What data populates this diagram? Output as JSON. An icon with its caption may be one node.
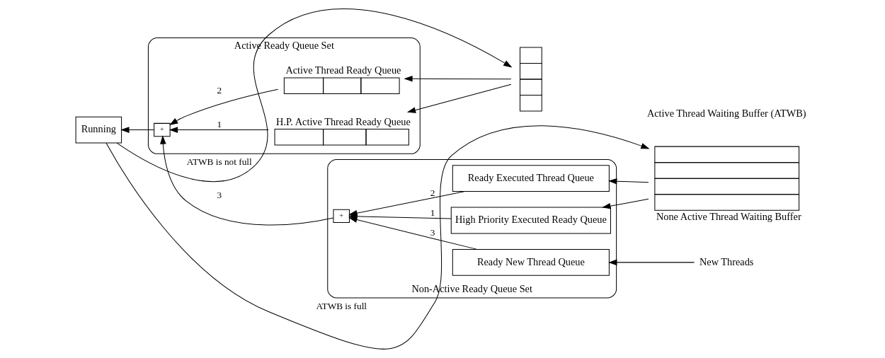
{
  "diagram": {
    "nodes": [
      {
        "text": [
          "Active Ready Queue Set"
        ]
      },
      {
        "text": [
          "Running"
        ]
      },
      {
        "text": [
          "+"
        ],
        "in": 0
      },
      {
        "text": [
          "Active Thread Ready Queue"
        ],
        "in": 0
      },
      {
        "text": [
          "H.P. Active Thread Ready Queue"
        ],
        "in": 0
      },
      {
        "text": [
          "Non-Active Ready Queue Set"
        ]
      },
      {
        "text": [
          "+"
        ],
        "in": 5
      },
      {
        "text": [
          "Ready New Thread Queue"
        ],
        "in": 5
      },
      {
        "text": [
          "Ready Executed Thread Queue"
        ],
        "in": 5
      },
      {
        "text": [
          "High Priority Executed Ready Queue"
        ],
        "in": 5
      },
      {
        "text": [
          "New Threads"
        ]
      },
      {
        "text": [],
        "shape": "box"
      },
      {
        "text": [
          "None Active Thread Waiting Buffer"
        ]
      }
    ],
    "edges": [
      {
        "from": 2,
        "to": 1,
        "arrow": "to"
      },
      {
        "from": 6,
        "to": 2,
        "arrow": "to",
        "label": "3"
      },
      {
        "from": 3,
        "to": 2,
        "arrow": "to",
        "label": "2"
      },
      {
        "from": 4,
        "to": 2,
        "arrow": "to",
        "label": "1"
      },
      {
        "from": 7,
        "to": 6,
        "arrow": "to",
        "label": "3"
      },
      {
        "from": 8,
        "to": 6,
        "arrow": "to",
        "label": "2"
      },
      {
        "from": 9,
        "to": 6,
        "arrow": "to",
        "label": "1"
      },
      {
        "from": 10,
        "to": 7,
        "arrow": "to"
      },
      {
        "from": 1,
        "to": 11,
        "arrow": "to",
        "label": "ATWB is not full"
      },
      {
        "from": 11,
        "to": 3,
        "arrow": "to"
      },
      {
        "from": 11,
        "to": 4,
        "arrow": "to"
      },
      {
        "from": 1,
        "to": 12,
        "arrow": "to",
        "label": "ATWB is full"
      },
      {
        "from": 12,
        "to": 8,
        "arrow": "to"
      },
      {
        "from": 12,
        "to": 9,
        "arrow": "to"
      }
    ],
    "labels": [
      "Active Thread Waiting Buffer (ATWB)"
    ]
  }
}
